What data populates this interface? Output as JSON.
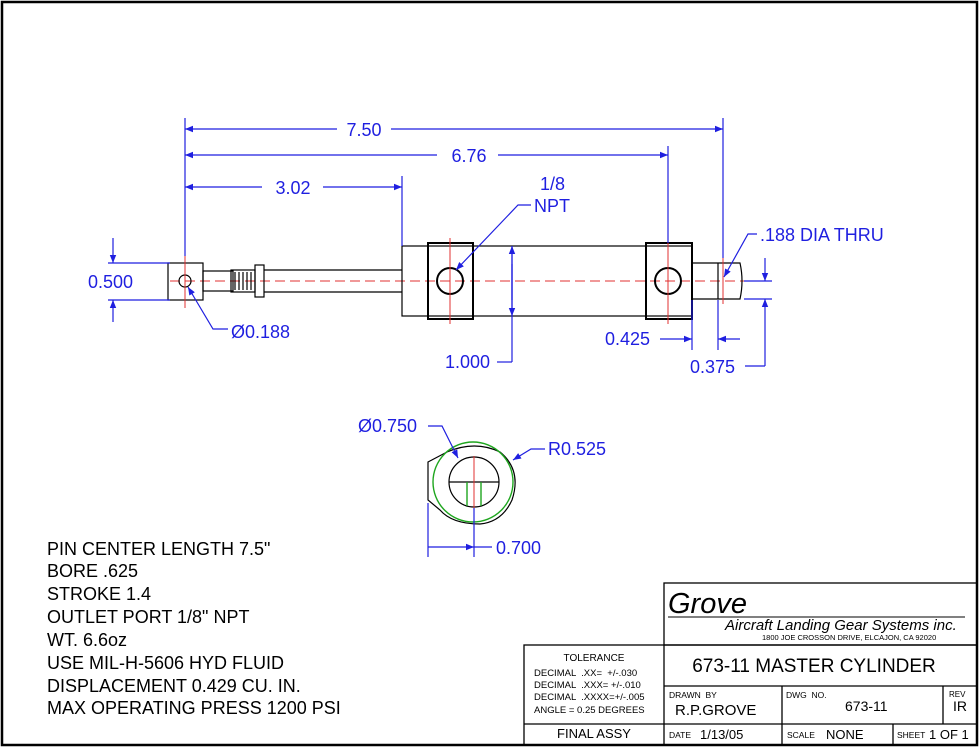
{
  "dimensions": {
    "overall_length": "7.50",
    "length_676": "6.76",
    "length_302": "3.02",
    "port_callout_line1": "1/8",
    "port_callout_line2": "NPT",
    "dia_thru": ".188 DIA THRU",
    "rod_height": "0.500",
    "rod_eye_dia": "Ø0.188",
    "body_height": "1.000",
    "tab_offset": "0.425",
    "tab_height": "0.375",
    "end_dia": "Ø0.750",
    "end_radius": "R0.525",
    "end_width": "0.700"
  },
  "notes": [
    "PIN CENTER LENGTH 7.5\"",
    "BORE .625",
    "STROKE 1.4",
    "OUTLET PORT 1/8\" NPT",
    "WT. 6.6oz",
    "USE MIL-H-5606 HYD FLUID",
    "DISPLACEMENT 0.429 CU. IN.",
    "MAX OPERATING PRESS 1200 PSI"
  ],
  "title_block": {
    "company": "Grove",
    "company_full": "Aircraft Landing Gear Systems inc.",
    "address": "1800 JOE CROSSON DRIVE, ELCAJON, CA 92020",
    "tolerance_heading": "TOLERANCE",
    "tolerances": [
      "DECIMAL  .XX=  +/-.030",
      "DECIMAL  .XXX= +/-.010",
      "DECIMAL  .XXXX=+/-.005",
      "ANGLE = 0.25 DEGREES"
    ],
    "title": "673-11 MASTER CYLINDER",
    "drawn_by_label": "DRAWN  BY",
    "drawn_by": "R.P.GROVE",
    "dwg_no_label": "DWG  NO.",
    "dwg_no": "673-11",
    "rev_label": "REV",
    "rev": "IR",
    "assembly": "FINAL ASSY",
    "date_label": "DATE",
    "date": "1/13/05",
    "scale_label": "SCALE",
    "scale": "NONE",
    "sheet_label": "SHEET",
    "sheet": "1 OF 1"
  },
  "colors": {
    "dimension": "#1f1fe0",
    "centerline": "#e03030",
    "construction": "#1fa61f",
    "outline": "#000000"
  }
}
